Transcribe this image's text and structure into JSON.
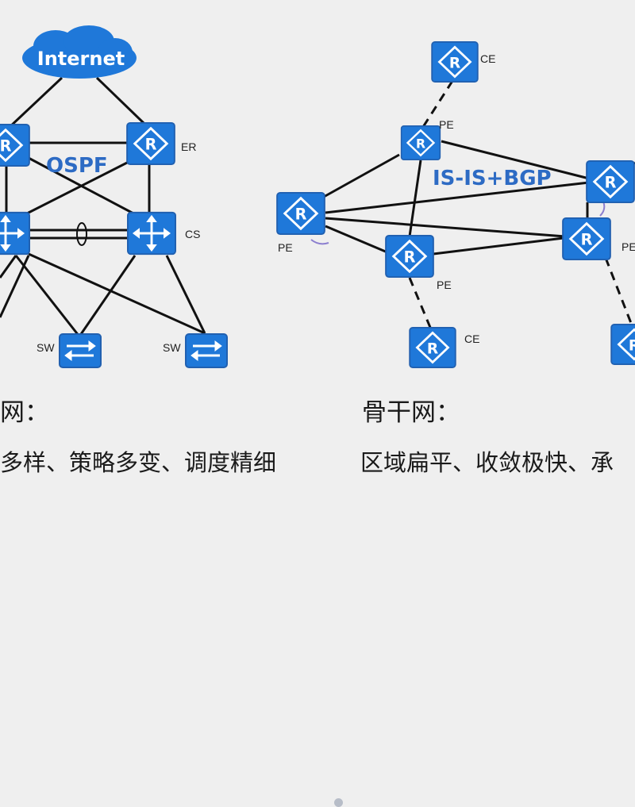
{
  "diagram": {
    "left": {
      "cloud_label": "Internet",
      "protocol_label": "OSPF",
      "node_labels": {
        "er": "ER",
        "cs": "CS",
        "sw_left": "SW",
        "sw_right": "SW"
      }
    },
    "right": {
      "protocol_label": "IS-IS+BGP",
      "node_labels": {
        "ce_top": "CE",
        "pe_top": "PE",
        "pe_left": "PE",
        "pe_bottom": "PE",
        "ce_bottom": "CE",
        "pe_right_mid": "PE"
      }
    }
  },
  "text": {
    "left_heading": "网：",
    "left_desc": "多样、策略多变、调度精细",
    "right_heading": "骨干网：",
    "right_desc": "区域扁平、收敛极快、承"
  },
  "colors": {
    "device_fill": "#1f78d9",
    "device_stroke": "#2160b0",
    "cloud_fill": "#1f78d9",
    "protocol_text": "#2d6bc4",
    "line": "#111111",
    "background": "#efefef"
  }
}
